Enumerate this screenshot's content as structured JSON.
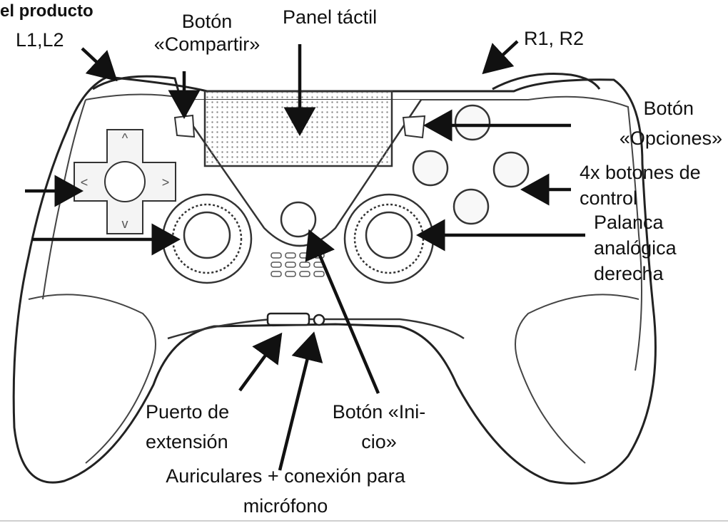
{
  "title": "el producto",
  "labels": {
    "l1l2": "L1,L2",
    "share": [
      "Botón",
      "«Compartir»"
    ],
    "touchpad": "Panel táctil",
    "r1r2": "R1, R2",
    "options": [
      "Botón",
      "«Opciones»"
    ],
    "face_buttons": [
      "4x botones de",
      "control"
    ],
    "right_stick": [
      "Palanca",
      "analógica",
      "derecha"
    ],
    "extension_port": [
      "Puerto de",
      "extensión"
    ],
    "home": [
      "Botón «Ini-",
      "cio»"
    ],
    "headset": [
      "Auriculares + conexión para",
      "micrófono"
    ]
  }
}
